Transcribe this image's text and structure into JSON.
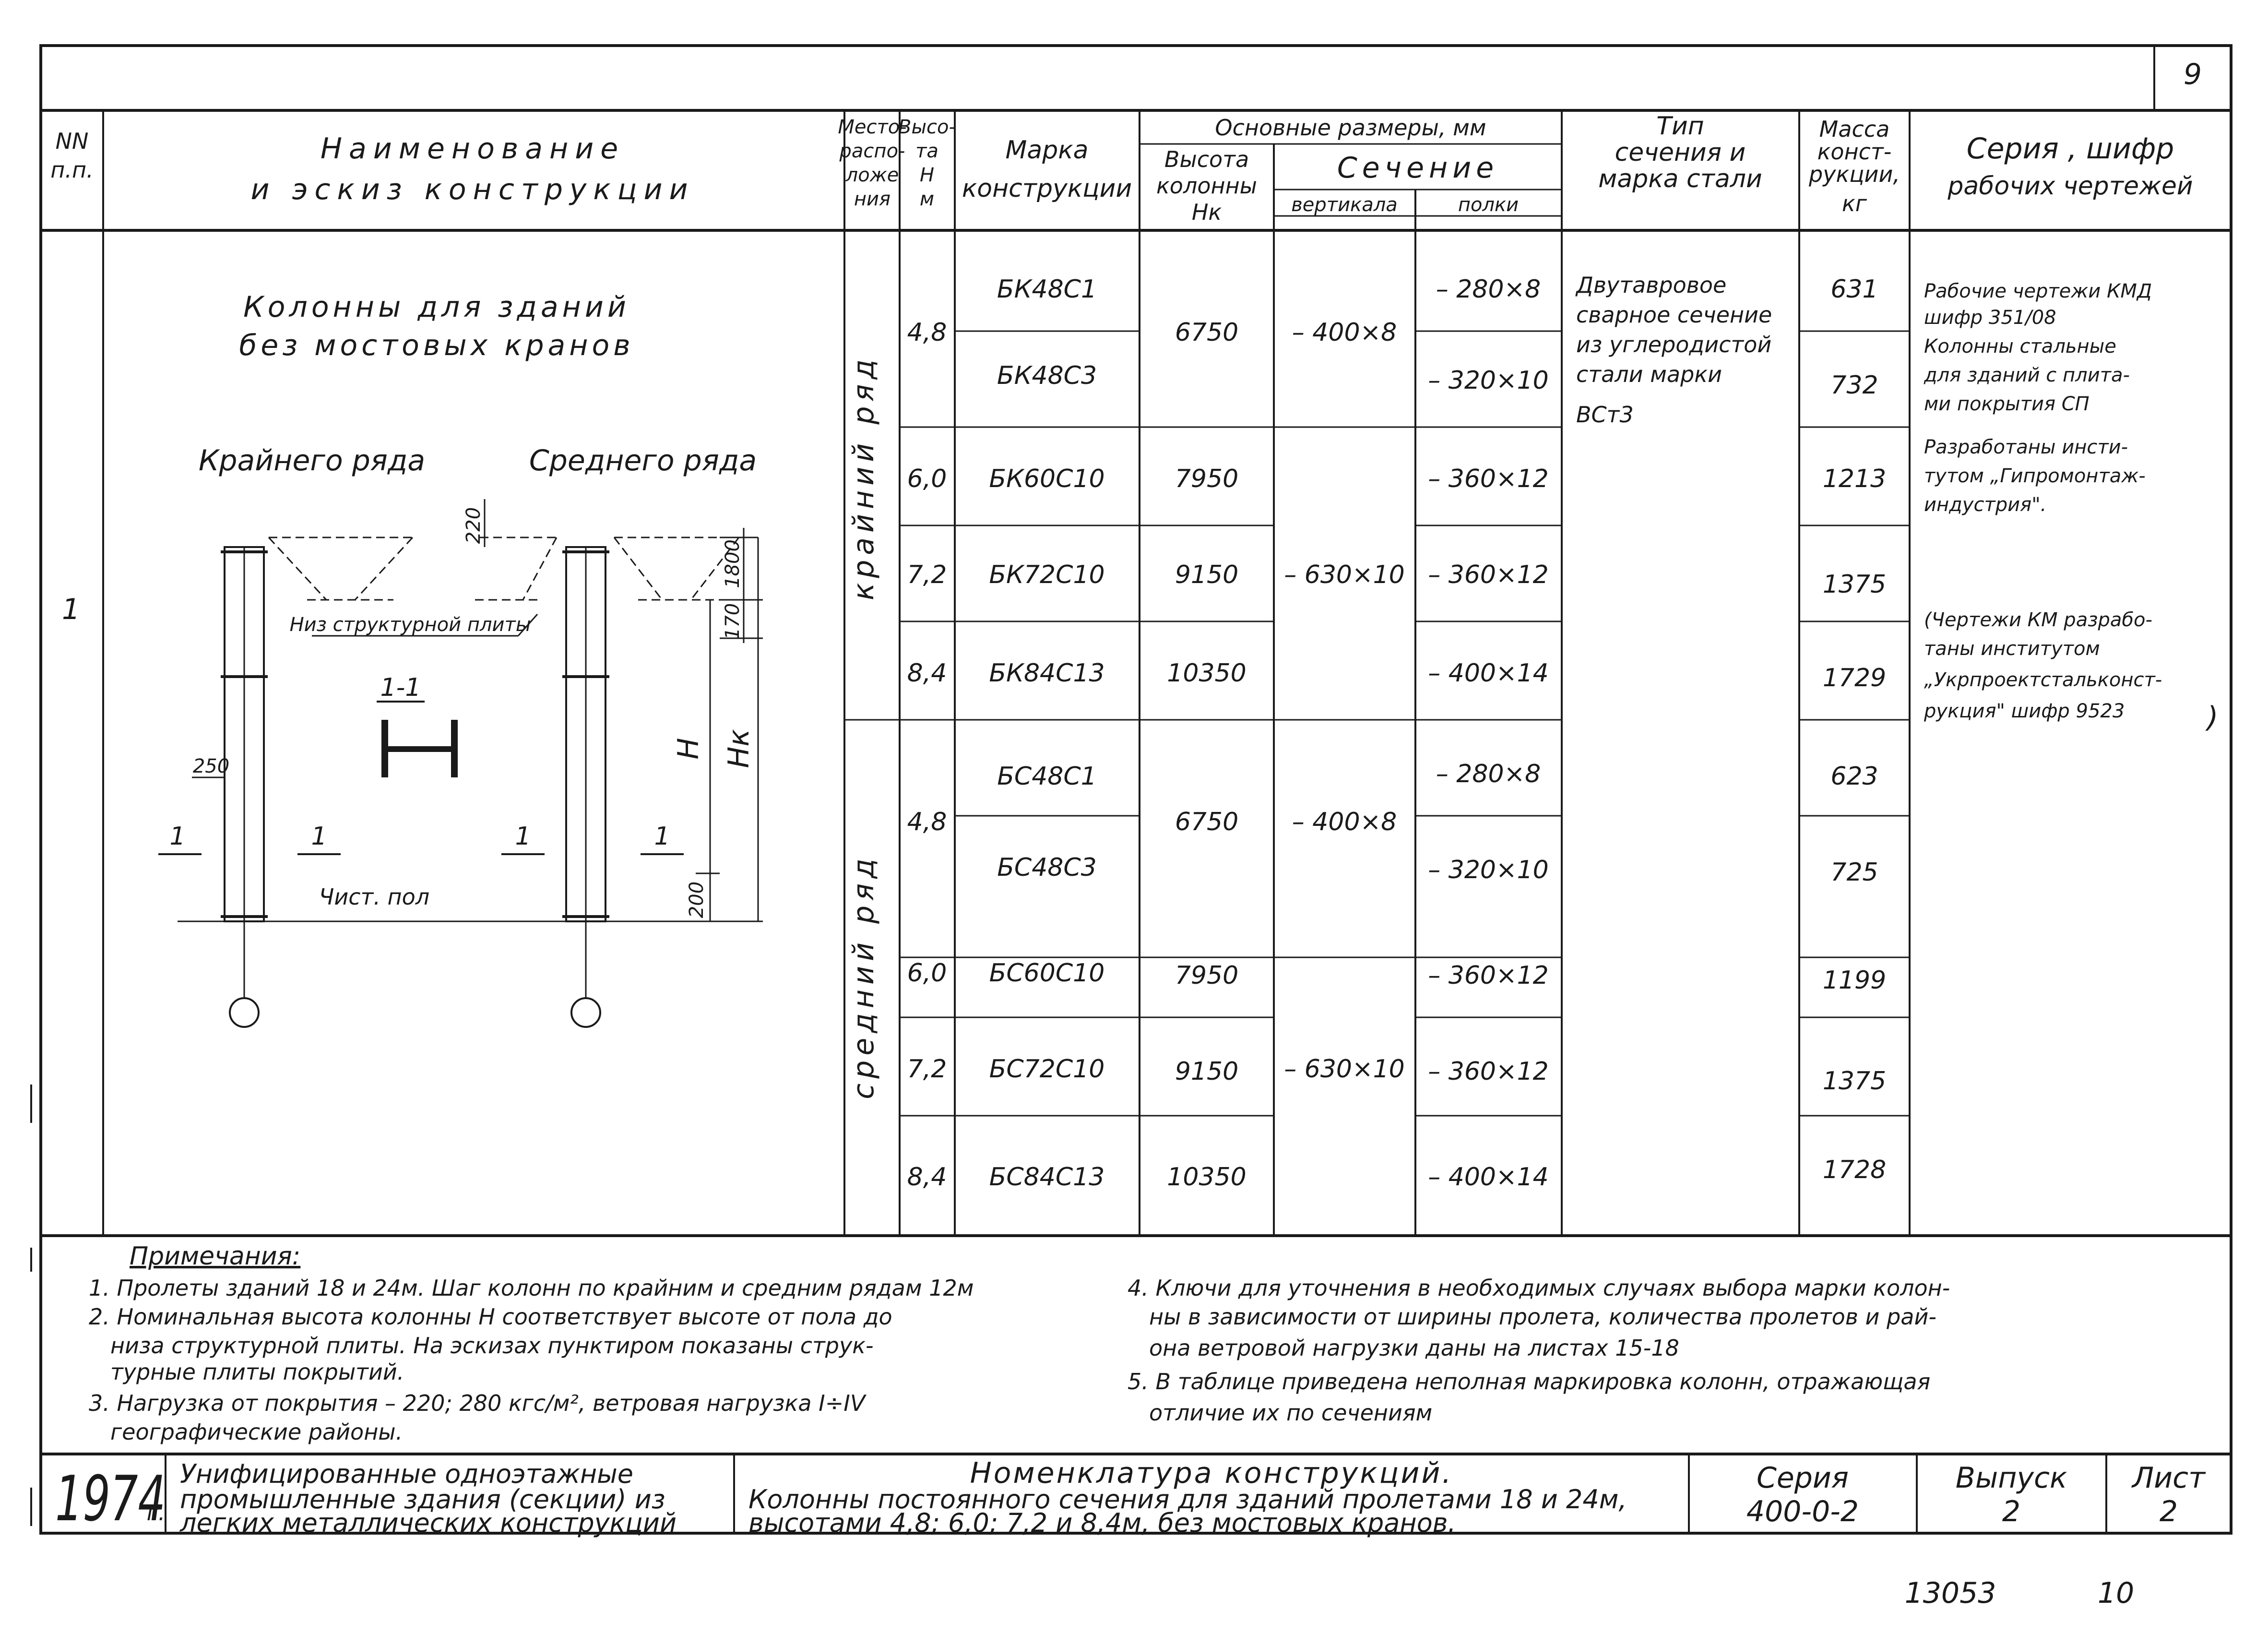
{
  "sheet_number": "9",
  "header": {
    "nn": [
      "NN",
      "п.п."
    ],
    "name": [
      "Наименование",
      "и эскиз конструкции"
    ],
    "placement": [
      "Место-",
      "распо-",
      "ложе",
      "ния"
    ],
    "height": [
      "Высо-",
      "та",
      "Н",
      "м"
    ],
    "mark": [
      "Марка",
      "конструкции"
    ],
    "main_dims": "Основные размеры, мм",
    "col_height": [
      "Высота",
      "колонны",
      "Нк"
    ],
    "section": "Сечение",
    "web": "вертикала",
    "flange": "полки",
    "section_type": [
      "Тип",
      "сечения и",
      "марка стали"
    ],
    "mass": [
      "Масса",
      "конст-",
      "рукции,",
      "кг"
    ],
    "series": [
      "Серия , шифр",
      "рабочих чертежей"
    ]
  },
  "row_number": "1",
  "sketch": {
    "title": [
      "Колонны для зданий",
      "без мостовых кранов"
    ],
    "edge_row": "Крайнего ряда",
    "middle_row": "Среднего ряда",
    "slab_bottom": "Низ структурной плиты",
    "section_mark": "1-1",
    "cut": "1",
    "floor": "Чист. пол",
    "dim_220": "220",
    "dim_1800": "1800",
    "dim_170": "170",
    "dim_250": "250",
    "dim_200": "200",
    "H": "H",
    "Hk": "Нк"
  },
  "groups": {
    "edge": "крайний ряд",
    "middle": "средний ряд"
  },
  "rows": [
    {
      "h": "4,8",
      "mark": "БК48С1",
      "hk": "6750",
      "web": "– 400×8",
      "flange": "– 280×8",
      "mass": "631"
    },
    {
      "h": "",
      "mark": "БК48С3",
      "hk": "",
      "web": "",
      "flange": "– 320×10",
      "mass": "732"
    },
    {
      "h": "6,0",
      "mark": "БК60С10",
      "hk": "7950",
      "web": "",
      "flange": "– 360×12",
      "mass": "1213"
    },
    {
      "h": "7,2",
      "mark": "БК72С10",
      "hk": "9150",
      "web": "– 630×10",
      "flange": "– 360×12",
      "mass": "1375"
    },
    {
      "h": "8,4",
      "mark": "БК84С13",
      "hk": "10350",
      "web": "",
      "flange": "– 400×14",
      "mass": "1729"
    },
    {
      "h": "4,8",
      "mark": "БС48С1",
      "hk": "6750",
      "web": "– 400×8",
      "flange": "– 280×8",
      "mass": "623"
    },
    {
      "h": "",
      "mark": "БС48С3",
      "hk": "",
      "web": "",
      "flange": "– 320×10",
      "mass": "725"
    },
    {
      "h": "6,0",
      "mark": "БС60С10",
      "hk": "7950",
      "web": "",
      "flange": "– 360×12",
      "mass": "1199"
    },
    {
      "h": "7,2",
      "mark": "БС72С10",
      "hk": "9150",
      "web": "– 630×10",
      "flange": "– 360×12",
      "mass": "1375"
    },
    {
      "h": "8,4",
      "mark": "БС84С13",
      "hk": "10350",
      "web": "",
      "flange": "– 400×14",
      "mass": "1728"
    }
  ],
  "steel": [
    "Двутавровое",
    "сварное сечение",
    "из углеродистой",
    "стали марки",
    "ВСт3"
  ],
  "series_text": [
    "Рабочие чертежи КМД",
    "шифр 351/08",
    "Колонны стальные",
    "для зданий с плита-",
    "ми покрытия СП",
    "Разработаны инсти-",
    "тутом „Гипромонтаж-",
    "индустрия\".",
    "(Чертежи КМ разрабо-",
    "таны институтом",
    "„Укрпроектстальконст-",
    "рукция\" шифр 9523",
    ")"
  ],
  "notes": {
    "title": "Примечания:",
    "left": [
      "1. Пролеты зданий 18 и 24м. Шаг колонн по крайним и средним рядам 12м",
      "2. Номинальная высота колонны Н соответствует высоте от пола до",
      "низа структурной плиты. На эскизах пунктиром показаны струк-",
      "турные плиты покрытий.",
      "3. Нагрузка от покрытия – 220; 280 кгс/м², ветровая нагрузка I÷IV",
      "географические районы."
    ],
    "right": [
      "4. Ключи для уточнения в необходимых случаях выбора марки колон-",
      "ны в зависимости от ширины пролета, количества пролетов и рай-",
      "она ветровой нагрузки даны на листах 15-18",
      "5. В таблице приведена неполная маркировка колонн, отражающая",
      "отличие их по сечениям"
    ]
  },
  "title_block": {
    "year": "1974",
    "year_suffix": "г.",
    "project": [
      "Унифицированные одноэтажные",
      "промышленные здания (секции) из",
      "легких металлических конструкций"
    ],
    "doc_title": "Номенклатура конструкций.",
    "doc_desc": [
      "Колонны постоянного сечения для зданий пролетами 18 и 24м,",
      "высотами 4,8; 6,0; 7,2 и 8,4м, без мостовых кранов."
    ],
    "series_label": "Серия",
    "series_value": "400-0-2",
    "issue_label": "Выпуск",
    "issue_value": "2",
    "sheet_label": "Лист",
    "sheet_value": "2"
  },
  "footer": {
    "inv": "13053",
    "page": "10"
  }
}
